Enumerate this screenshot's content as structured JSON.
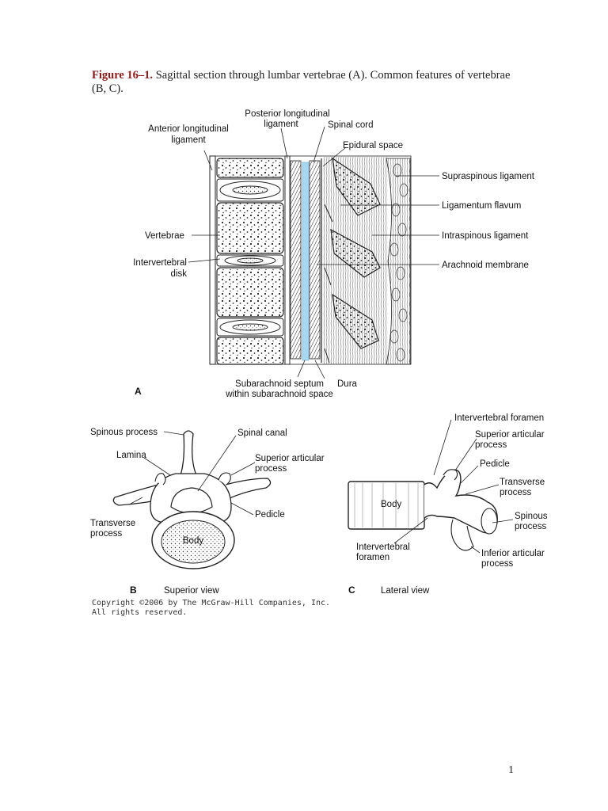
{
  "caption": {
    "figure_number": "Figure 16–1.",
    "text": " Sagittal section through lumbar vertebrae (A). Common features of vertebrae (B, C)."
  },
  "panel_a": {
    "letter": "A",
    "labels": {
      "posterior_longitudinal_ligament": [
        "Posterior longitudinal",
        "ligament"
      ],
      "anterior_longitudinal_ligament": [
        "Anterior longitudinal",
        "ligament"
      ],
      "spinal_cord": "Spinal cord",
      "epidural_space": "Epidural space",
      "supraspinous_ligament": "Supraspinous ligament",
      "ligamentum_flavum": "Ligamentum flavum",
      "intraspinous_ligament": "Intraspinous ligament",
      "arachnoid_membrane": "Arachnoid membrane",
      "vertebrae": "Vertebrae",
      "intervertebral_disk": [
        "Intervertebral",
        "disk"
      ],
      "subarachnoid_septum": [
        "Subarachnoid septum",
        "within subarachnoid space"
      ],
      "dura": "Dura"
    },
    "csf_color": "#a8d8f0"
  },
  "panel_b": {
    "letter": "B",
    "view": "Superior view",
    "labels": {
      "spinous_process": "Spinous process",
      "spinal_canal": "Spinal canal",
      "lamina": "Lamina",
      "superior_articular_process": [
        "Superior articular",
        "process"
      ],
      "transverse_process": [
        "Transverse",
        "process"
      ],
      "pedicle": "Pedicle",
      "body": "Body"
    }
  },
  "panel_c": {
    "letter": "C",
    "view": "Lateral view",
    "labels": {
      "intervertebral_foramen_top": "Intervertebral foramen",
      "superior_articular_process": [
        "Superior articular",
        "process"
      ],
      "pedicle": "Pedicle",
      "transverse_process": [
        "Transverse",
        "process"
      ],
      "body": "Body",
      "spinous_process": [
        "Spinous",
        "process"
      ],
      "intervertebral_foramen_bottom": [
        "Intervertebral",
        "foramen"
      ],
      "inferior_articular_process": [
        "Inferior articular",
        "process"
      ]
    }
  },
  "copyright": [
    "Copyright ©2006 by The McGraw-Hill Companies, Inc.",
    "All rights reserved."
  ],
  "page_number": "1"
}
